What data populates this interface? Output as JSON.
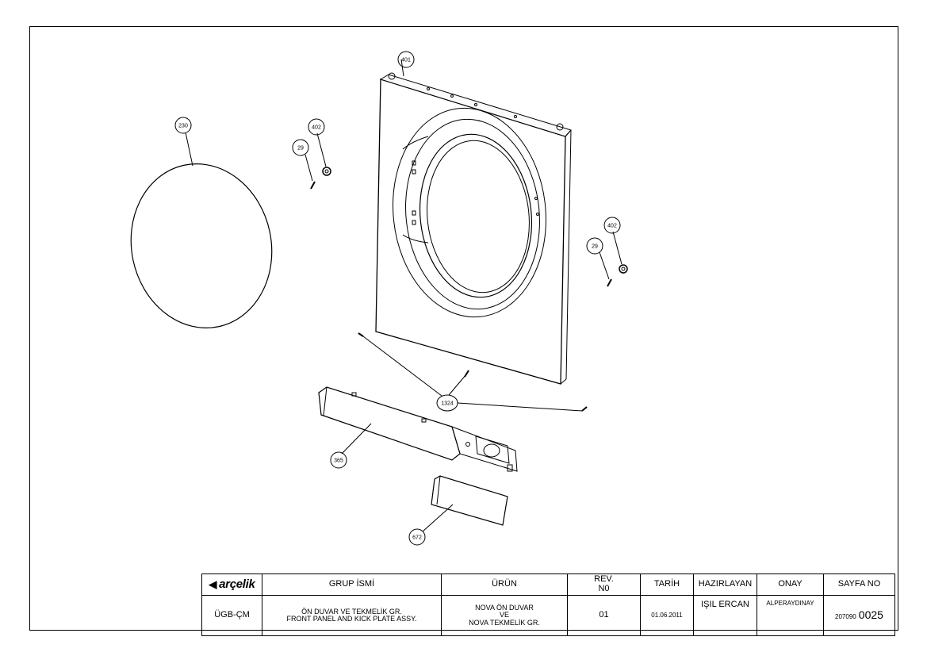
{
  "callouts": {
    "c230": "230",
    "c401": "401",
    "c402a": "402",
    "c29a": "29",
    "c402b": "402",
    "c29b": "29",
    "c1324": "1324",
    "c365": "365",
    "c672": "672"
  },
  "title_block": {
    "logo_icon": "arcelik-logo-mark",
    "logo_text": "arçelik",
    "headers": {
      "group_name": "GRUP İSMİ",
      "product": "ÜRÜN",
      "rev": "REV.",
      "rev_no": "N0",
      "date": "TARİH",
      "prepared_by": "HAZIRLAYAN",
      "approval": "ONAY",
      "page_no": "SAYFA NO"
    },
    "values": {
      "code": "ÜGB-ÇM",
      "group_name_tr": "ÖN DUVAR VE TEKMELİK GR.",
      "group_name_en": "FRONT PANEL AND KICK PLATE ASSY.",
      "product_line1": "NOVA ÖN DUVAR",
      "product_line2": "VE",
      "product_line3": "NOVA TEKMELİK GR.",
      "rev": "01",
      "date": "01.06.2011",
      "prepared_by": "IŞIL ERCAN",
      "approval": "ALPERAYDINAY",
      "page_prefix": "207090",
      "page_number": "0025"
    }
  }
}
